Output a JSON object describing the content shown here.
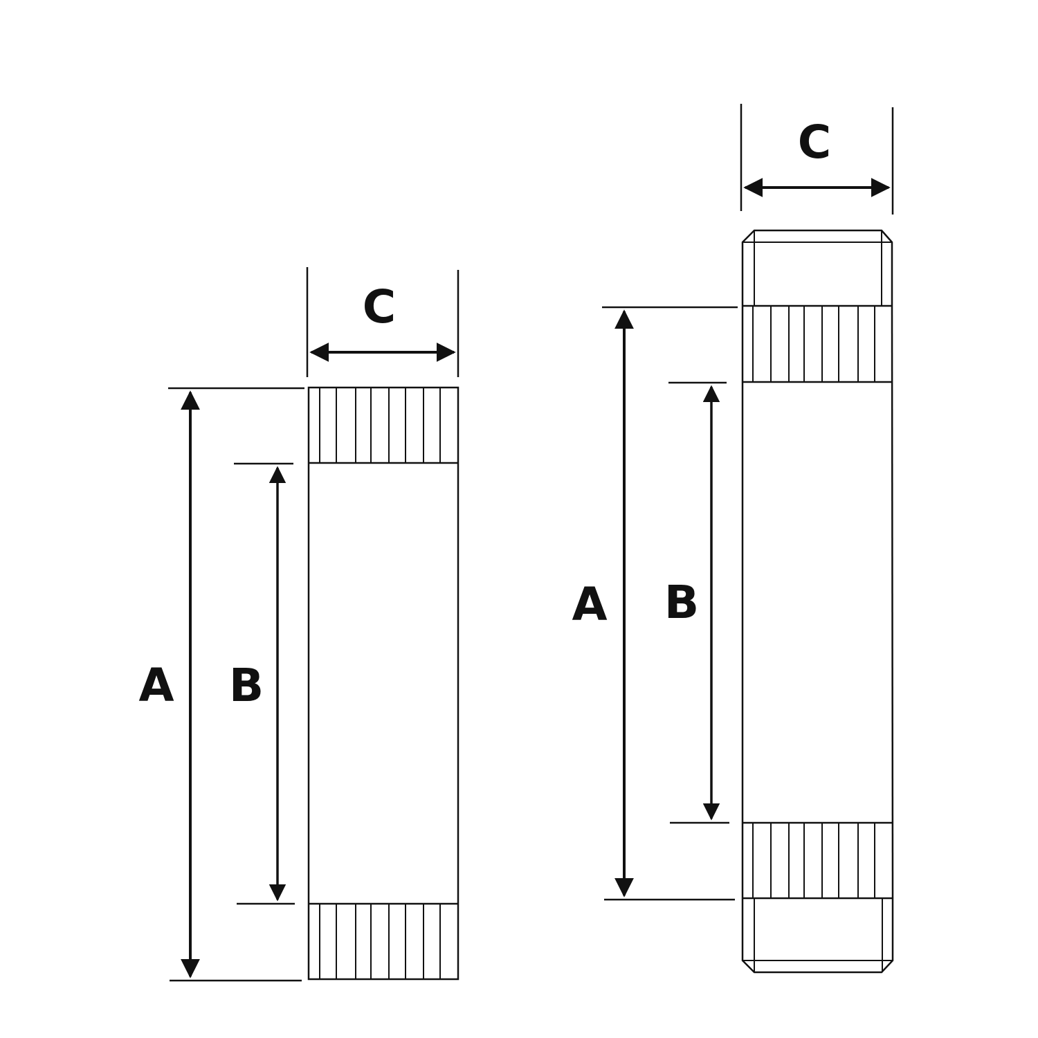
{
  "colors": {
    "stroke": "#111111",
    "background": "#ffffff"
  },
  "left_nipple": {
    "label_a": "A",
    "label_b": "B",
    "label_c": "C"
  },
  "right_nipple": {
    "label_a": "A",
    "label_b": "B",
    "label_c": "C"
  }
}
